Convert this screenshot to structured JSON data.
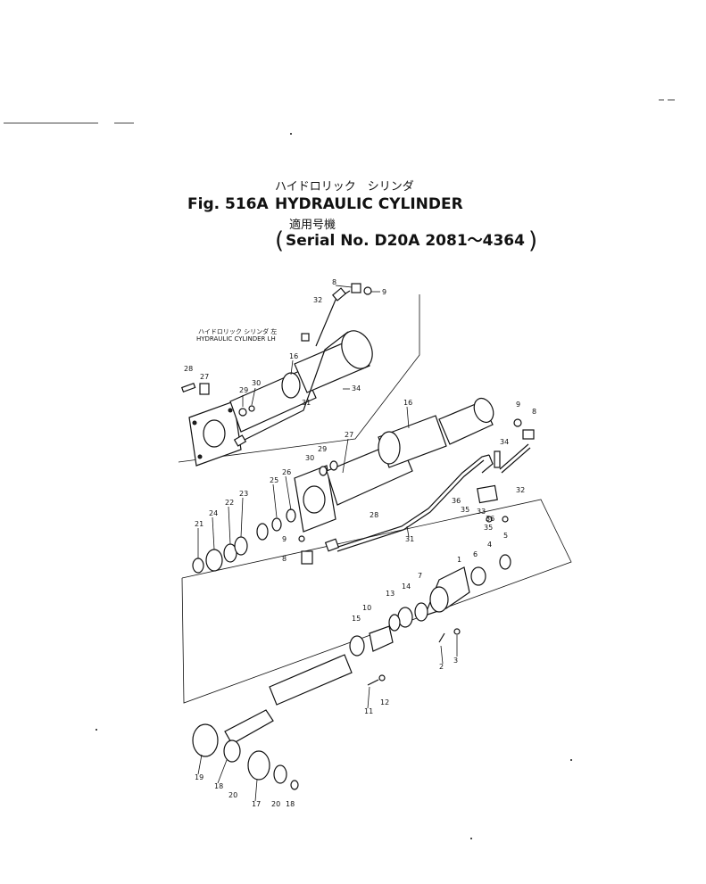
{
  "header": {
    "title_jp": "ハイドロリック　シリンダ",
    "fig_label": "Fig. 516A",
    "title_en": "HYDRAULIC CYLINDER",
    "applicable_jp": "適用号機",
    "serial": "Serial No. D20A 2081～4364"
  },
  "inset": {
    "label_jp": "ハイドロリック シリンダ 左",
    "label_en": "HYDRAULIC CYLINDER LH",
    "callouts": [
      "8",
      "9",
      "32",
      "16",
      "34",
      "31",
      "28",
      "27",
      "29",
      "30"
    ]
  },
  "main": {
    "callouts": [
      "16",
      "9",
      "8",
      "34",
      "32",
      "36",
      "35",
      "33",
      "36",
      "35",
      "27",
      "29",
      "30",
      "26",
      "25",
      "23",
      "22",
      "24",
      "21",
      "28",
      "9",
      "8",
      "31",
      "4",
      "5",
      "6",
      "1",
      "7",
      "14",
      "13",
      "15",
      "10",
      "3",
      "2",
      "11",
      "12",
      "19",
      "18",
      "20",
      "17",
      "20",
      "18"
    ]
  }
}
